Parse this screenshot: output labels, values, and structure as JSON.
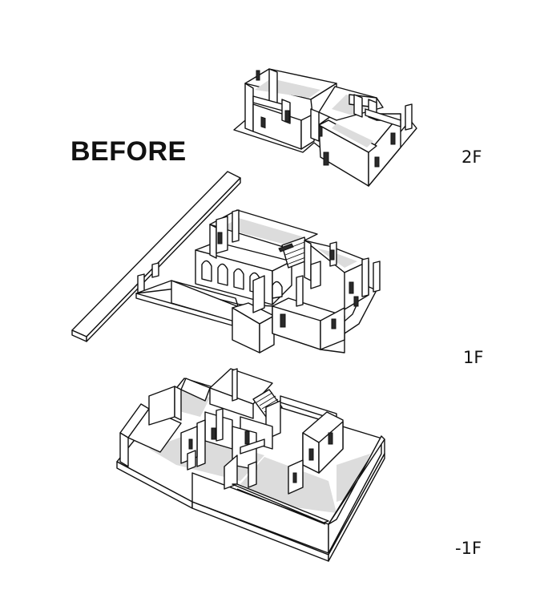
{
  "title": "BEFORE",
  "floors": [
    {
      "id": "2f",
      "label": "2F"
    },
    {
      "id": "1f",
      "label": "1F"
    },
    {
      "id": "b1f",
      "label": "-1F"
    }
  ]
}
